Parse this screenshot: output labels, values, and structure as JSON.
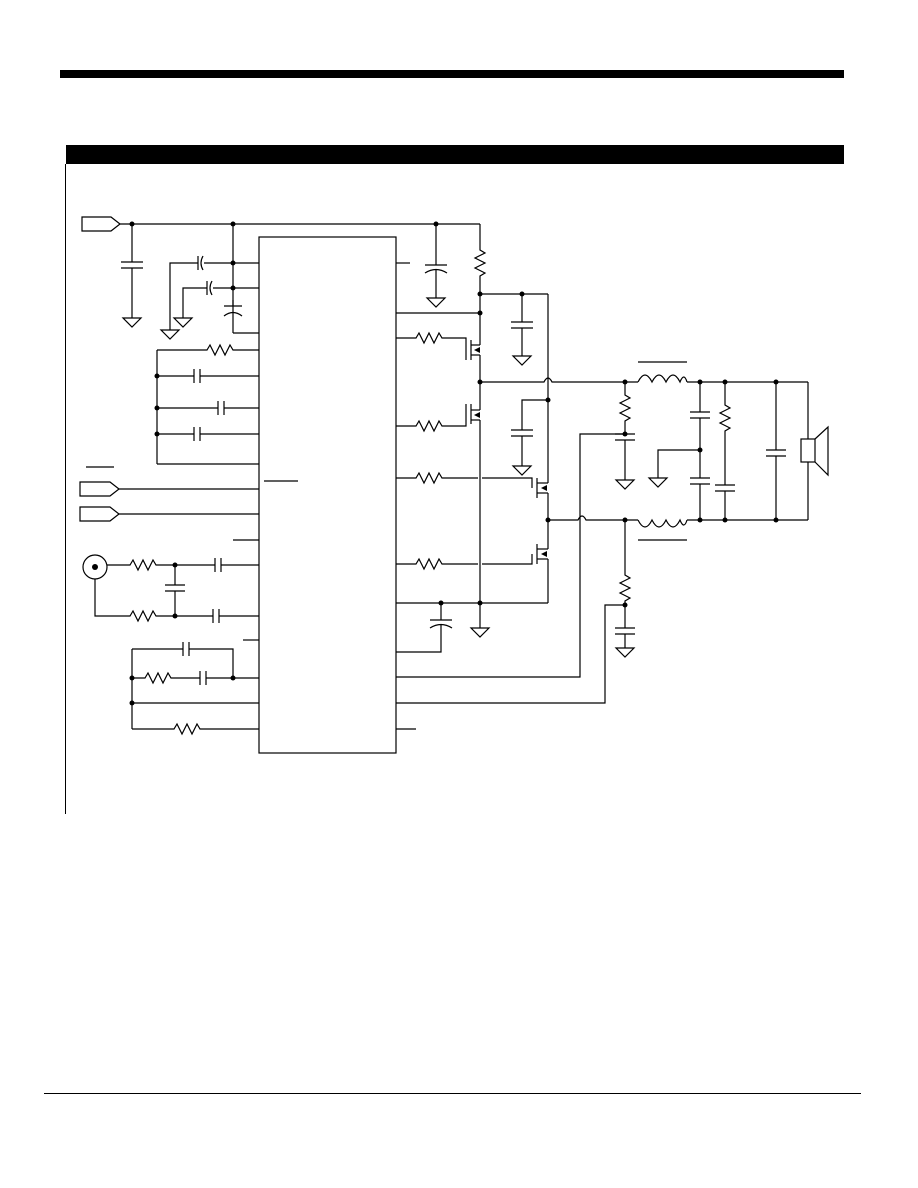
{
  "page": {
    "background": "#ffffff",
    "ink": "#000000"
  },
  "figure": {
    "components": [
      "ic",
      "mosfet",
      "resistor",
      "capacitor",
      "inductor",
      "ground",
      "speaker",
      "connector",
      "jack"
    ]
  }
}
